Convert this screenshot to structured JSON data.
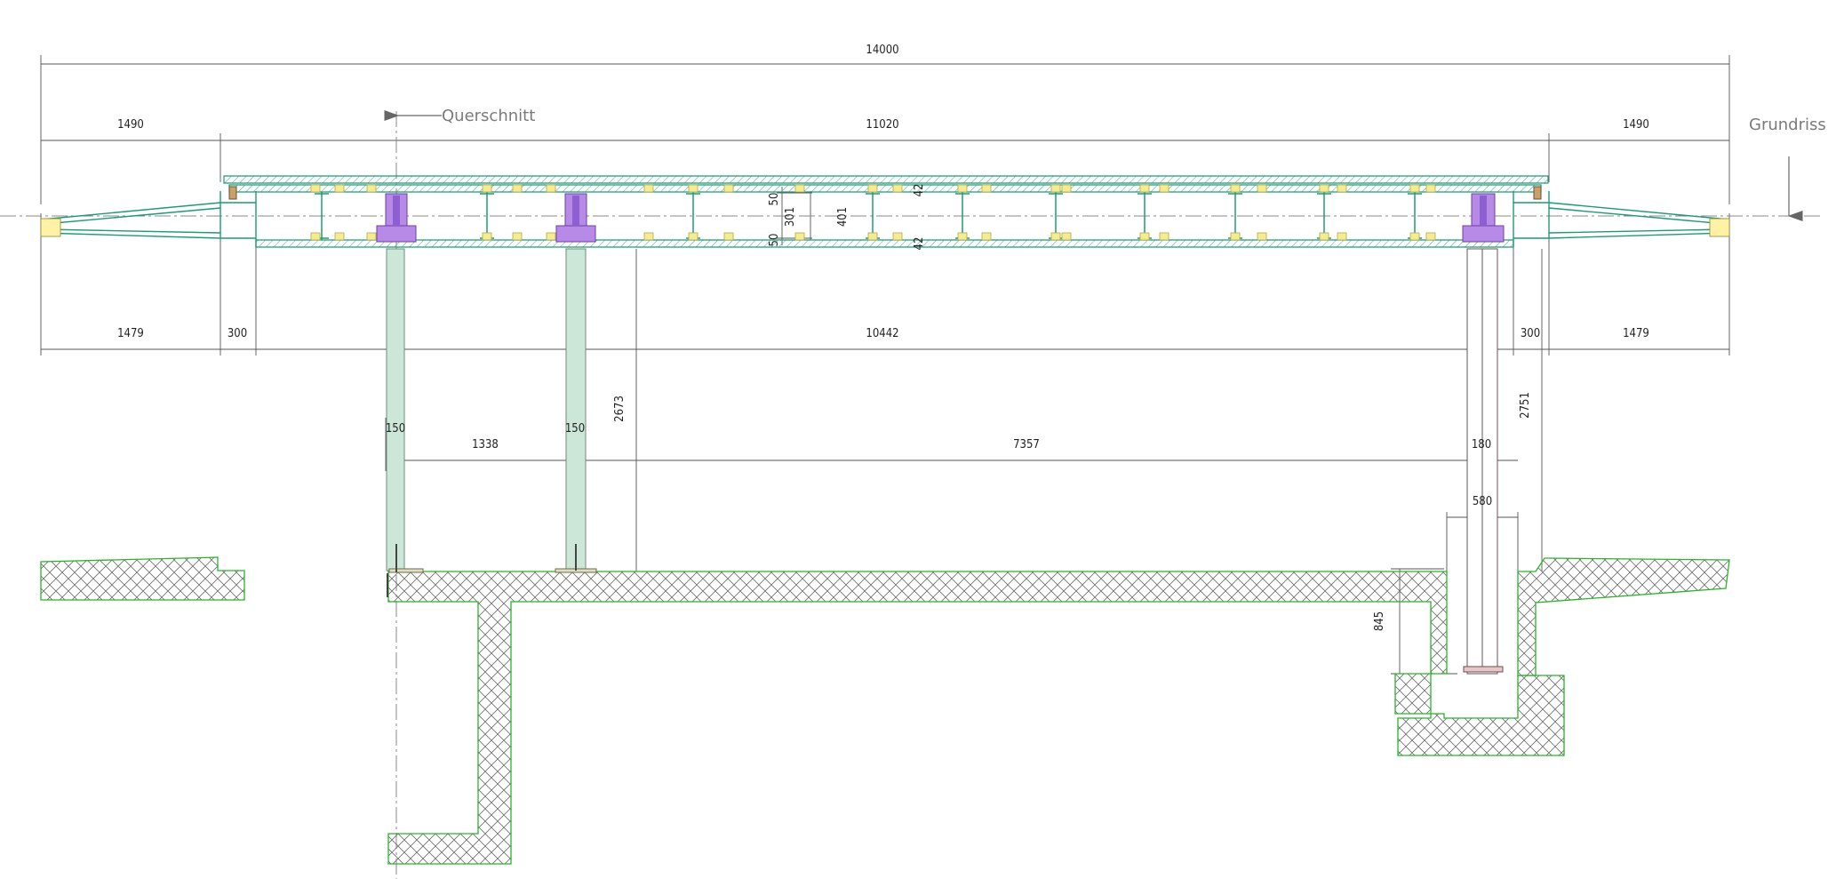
{
  "labels": {
    "querschnitt": "Querschnitt",
    "grundriss": "Grundriss"
  },
  "dimensions": {
    "overall_length": "14000",
    "left_cantilever": "1490",
    "main_span": "11020",
    "right_cantilever": "1490",
    "left_lower": "1479",
    "left_gap": "300",
    "inner_length": "10442",
    "right_gap": "300",
    "right_lower": "1479",
    "post_left_width": "150",
    "post_mid_width": "150",
    "post_right_width": "180",
    "post_spacing_1": "1338",
    "post_spacing_2": "7357",
    "clear_height_left": "2673",
    "clear_height_right": "2751",
    "pit_width": "580",
    "pit_depth": "845",
    "flange_top": "50",
    "web_height": "301",
    "section_height": "401",
    "flange_bottom": "50",
    "plate_top": "42",
    "plate_bottom": "42"
  },
  "colors": {
    "steel": "#1f9a72",
    "concrete": "#2ab32a",
    "bracket": "#b68ae6",
    "bearing_pad": "#f3ec92",
    "post_fill": "#cce7d8"
  }
}
